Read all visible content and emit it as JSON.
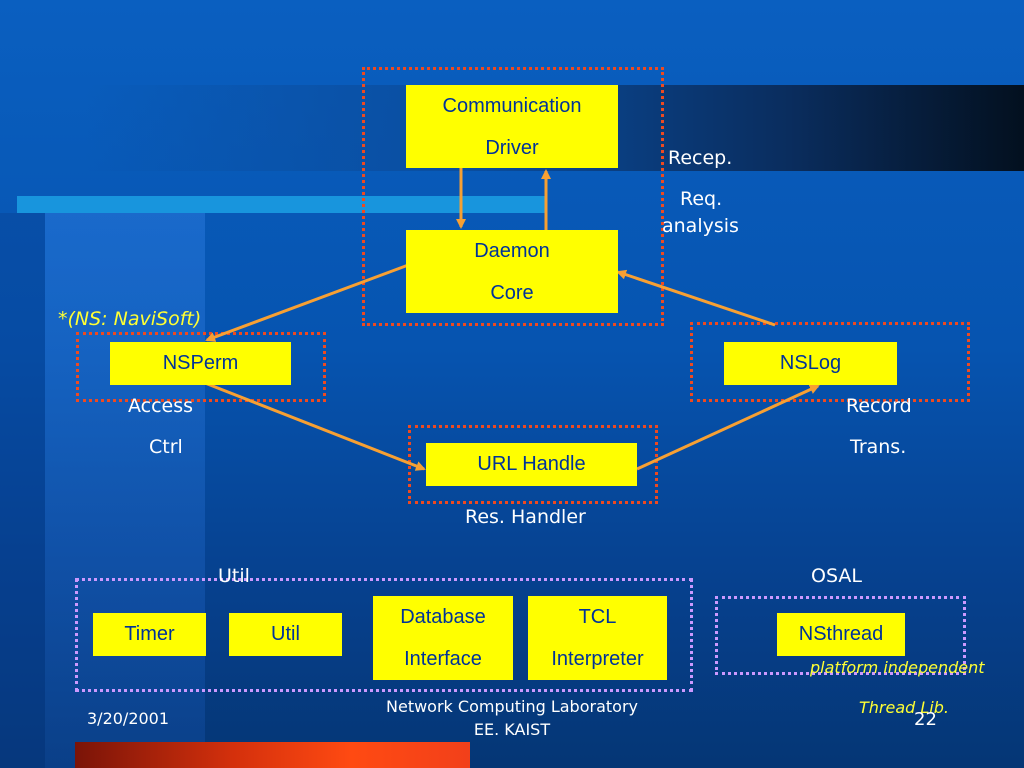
{
  "colors": {
    "box_fill": "#ffff00",
    "box_text": "#003399",
    "arrow": "#f7a033",
    "red_outline": "#ee4a20",
    "violet_outline": "#cc99ff",
    "italic_note": "#ffff33"
  },
  "boxes": {
    "comm_driver": [
      "Communication",
      "Driver"
    ],
    "daemon_core": [
      "Daemon",
      "Core"
    ],
    "nsperm": "NSPerm",
    "nslog": "NSLog",
    "url_handle": "URL Handle",
    "timer": "Timer",
    "util": "Util",
    "db_interface": [
      "Database",
      "Interface"
    ],
    "tcl": [
      "TCL",
      "Interpreter"
    ],
    "nsthread": "NSthread"
  },
  "labels": {
    "recep": "Recep.",
    "req": "Req.",
    "analysis": "analysis",
    "ns_note": "*(NS: NaviSoft)",
    "access": "Access",
    "ctrl": "Ctrl",
    "record": "Record",
    "trans": "Trans.",
    "res_handler": "Res. Handler",
    "util_group": "Util",
    "osal": "OSAL",
    "platform": "platform independent",
    "thread_lib": "Thread Lib."
  },
  "footer": {
    "date": "3/20/2001",
    "lab_line1": "Network Computing Laboratory",
    "lab_line2": "EE. KAIST",
    "page": "22"
  }
}
